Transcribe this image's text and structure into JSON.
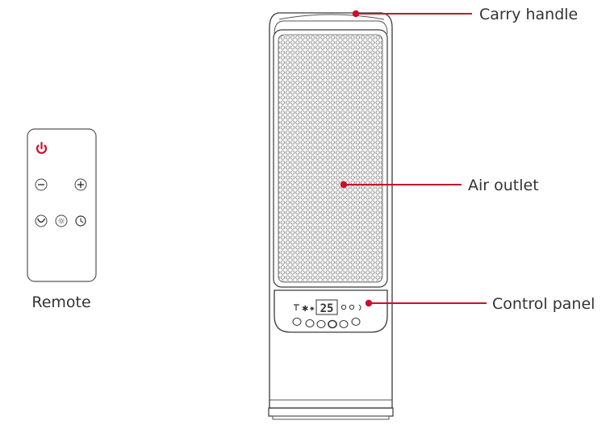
{
  "labels": {
    "carry_handle": "Carry handle",
    "air_outlet": "Air outlet",
    "control_panel": "Control panel",
    "remote": "Remote"
  },
  "display": {
    "value": "25"
  },
  "remote_buttons": {
    "power": "power-icon",
    "minus": "−",
    "plus": "+",
    "oscillate": "oscillate-icon",
    "mode": "sun-icon",
    "timer": "clock-icon"
  },
  "colors": {
    "accent": "#c8102e",
    "line": "#3a3a3a",
    "label": "#333333"
  }
}
